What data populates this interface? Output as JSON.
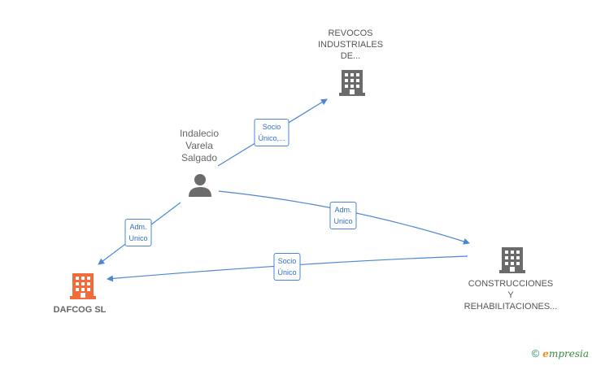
{
  "nodes": {
    "revocos": {
      "lines": [
        "REVOCOS",
        "INDUSTRIALES",
        "DE..."
      ],
      "kind": "company",
      "color": "#6b6b6b"
    },
    "indalecio": {
      "lines": [
        "Indalecio",
        "Varela",
        "Salgado"
      ],
      "kind": "person",
      "color": "#6b6b6b"
    },
    "dafcog": {
      "lines": [
        "DAFCOG SL"
      ],
      "kind": "company-focus",
      "color": "#f26b3a"
    },
    "construcciones": {
      "lines": [
        "CONSTRUCCIONES",
        "Y",
        "REHABILITACIONES..."
      ],
      "kind": "company",
      "color": "#6b6b6b"
    }
  },
  "edges": [
    {
      "from": "indalecio",
      "to": "revocos",
      "label": [
        "Socio",
        "Único,..."
      ]
    },
    {
      "from": "indalecio",
      "to": "dafcog",
      "label": [
        "Adm.",
        "Unico"
      ]
    },
    {
      "from": "indalecio",
      "to": "construcciones",
      "label": [
        "Adm.",
        "Unico"
      ]
    },
    {
      "from": "construcciones",
      "to": "dafcog",
      "label": [
        "Socio",
        "Único"
      ]
    }
  ],
  "colors": {
    "edge": "#4a86d4",
    "edge_text": "#2f6fc0"
  },
  "brand": {
    "copyright": "©",
    "e": "e",
    "rest": "mpresia"
  }
}
